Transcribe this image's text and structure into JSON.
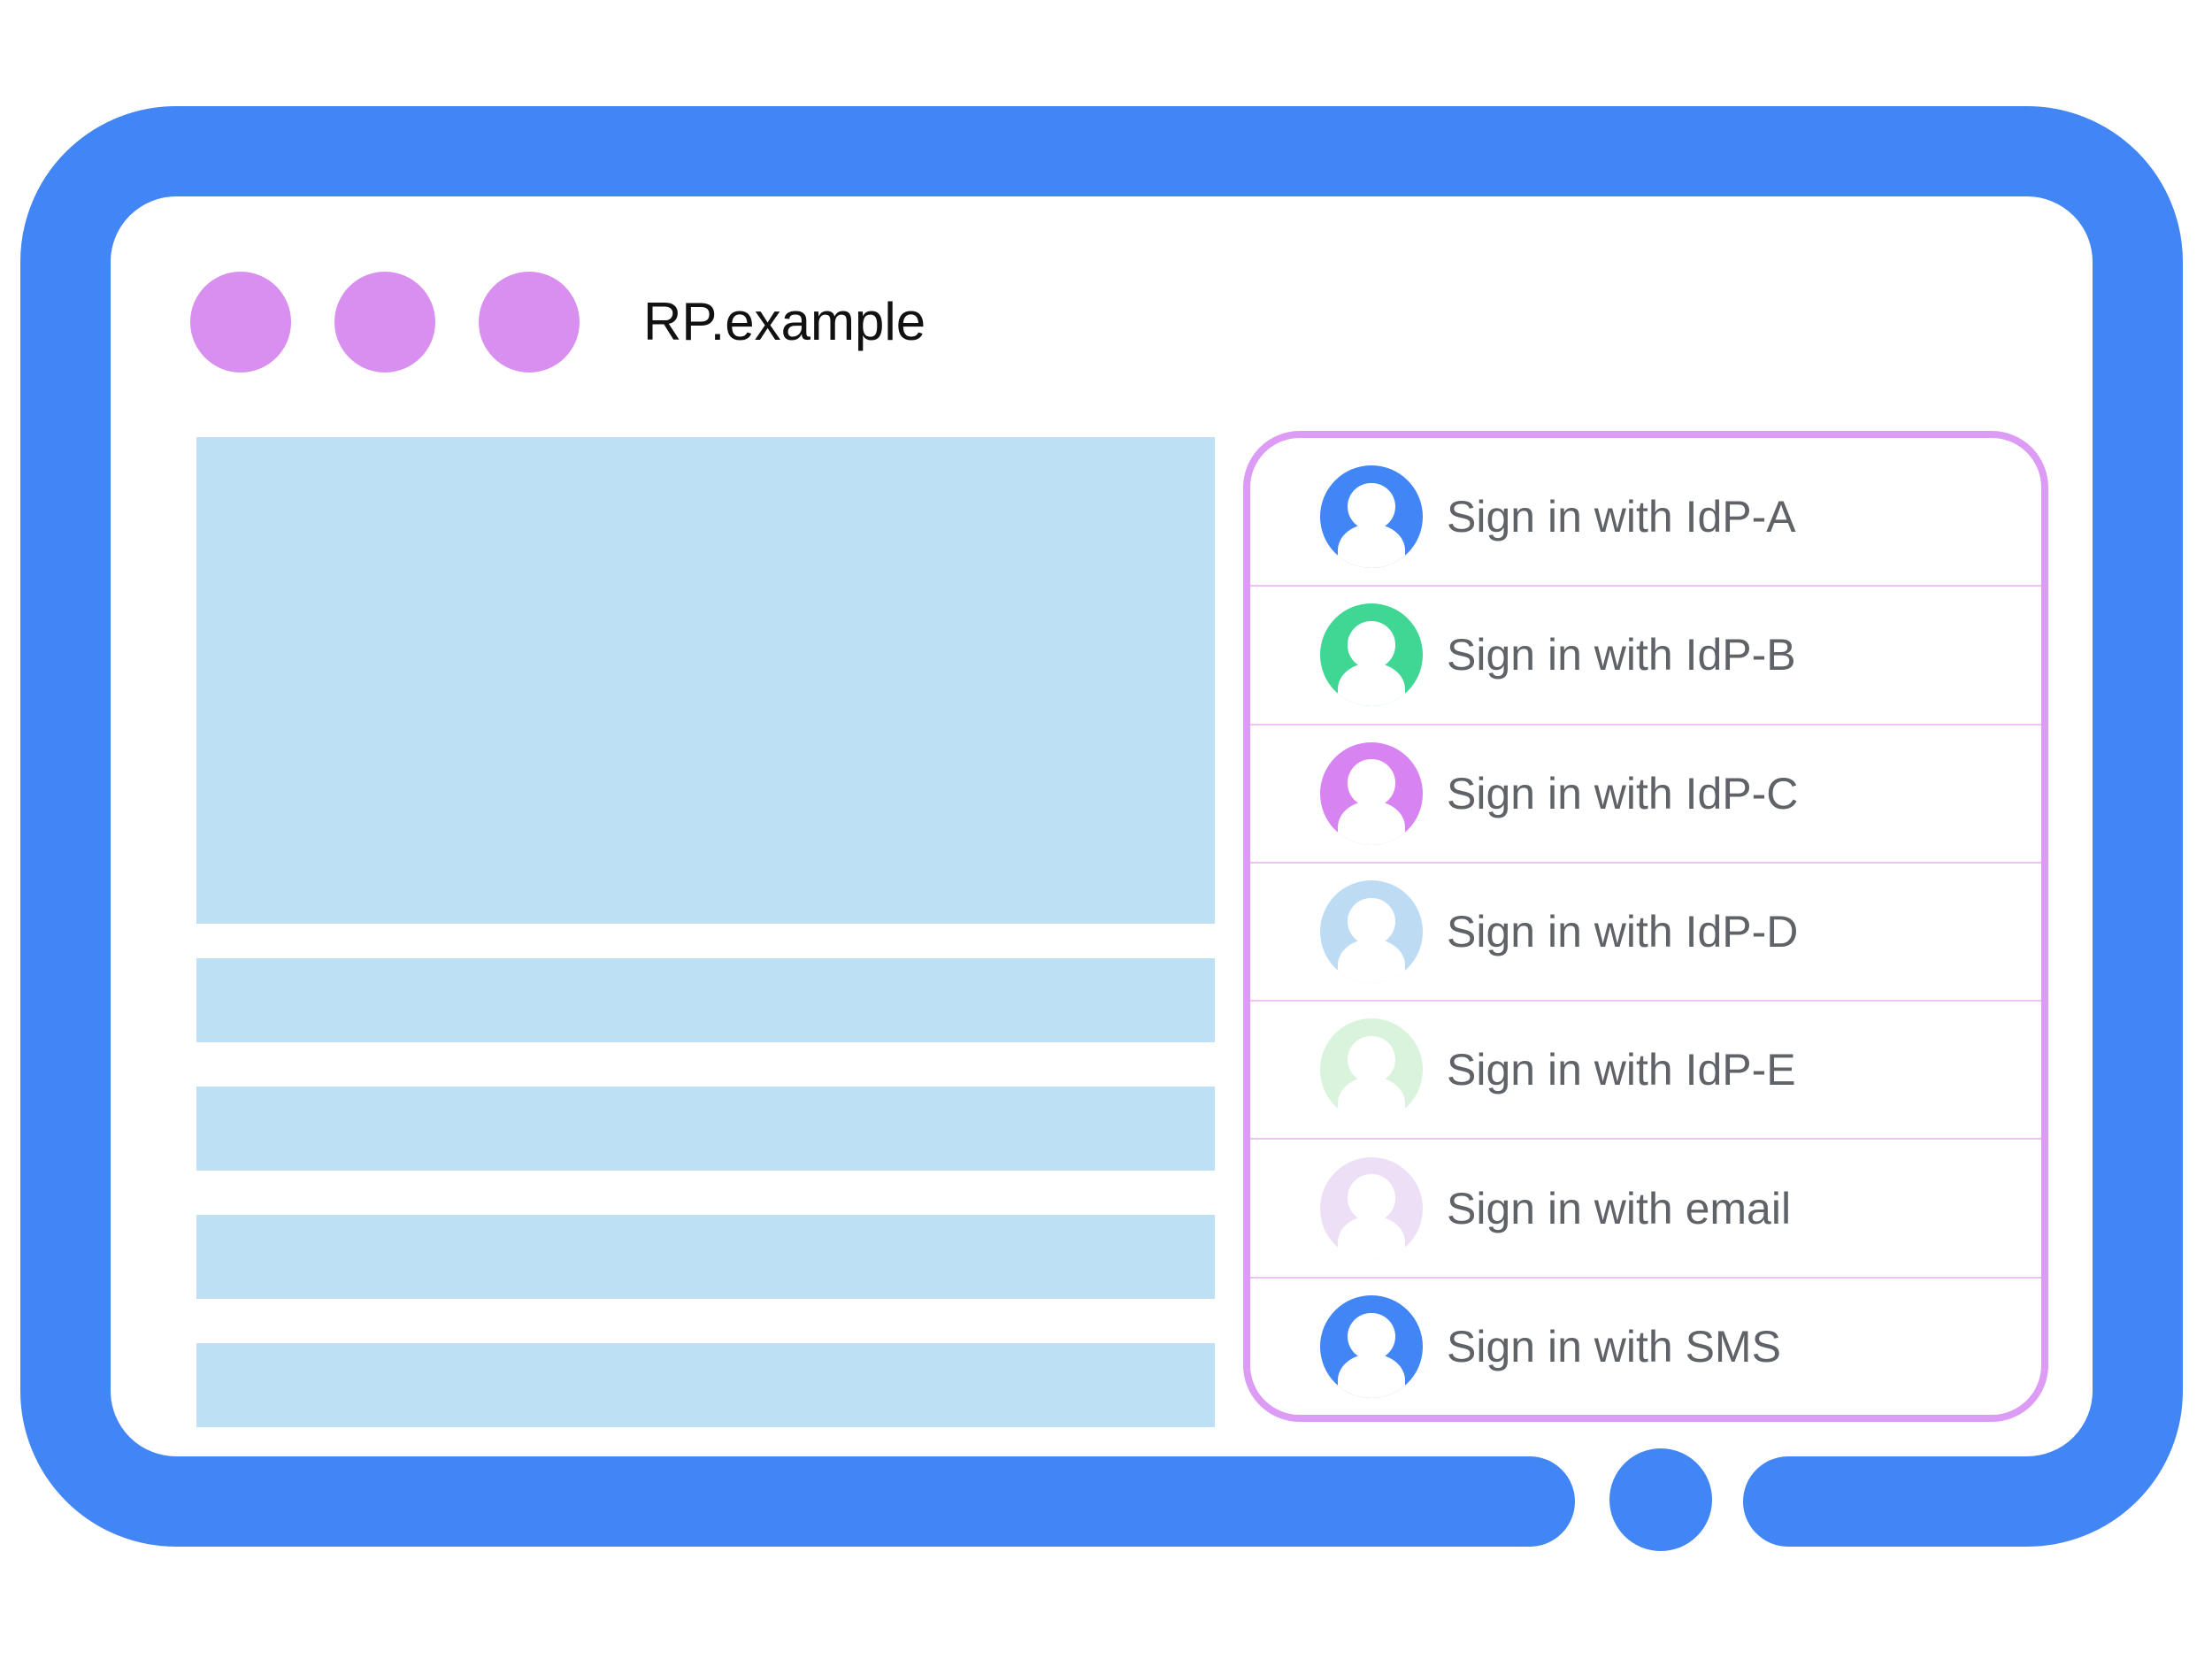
{
  "window": {
    "title": "RP.example",
    "control_dots": 3
  },
  "content": {
    "skeleton_bars": 4
  },
  "dialog": {
    "items": [
      {
        "label": "Sign in with IdP-A",
        "avatar_color": "#4285F4"
      },
      {
        "label": "Sign in with IdP-B",
        "avatar_color": "#40D694"
      },
      {
        "label": "Sign in with IdP-C",
        "avatar_color": "#D783F2"
      },
      {
        "label": "Sign in with IdP-D",
        "avatar_color": "#BDDCF4"
      },
      {
        "label": "Sign in with IdP-E",
        "avatar_color": "#D9F3DC"
      },
      {
        "label": "Sign in with email",
        "avatar_color": "#ECDFF6"
      },
      {
        "label": "Sign in with SMS",
        "avatar_color": "#4285F4"
      }
    ]
  },
  "colors": {
    "frame_blue": "#4285F4",
    "skeleton_blue": "#BEE0F5",
    "dot_purple": "#D88FF0",
    "dialog_border": "#DC9BF4",
    "divider_pink": "#F0C1F2",
    "label_gray": "#5F6368",
    "title_color": "#111111"
  }
}
